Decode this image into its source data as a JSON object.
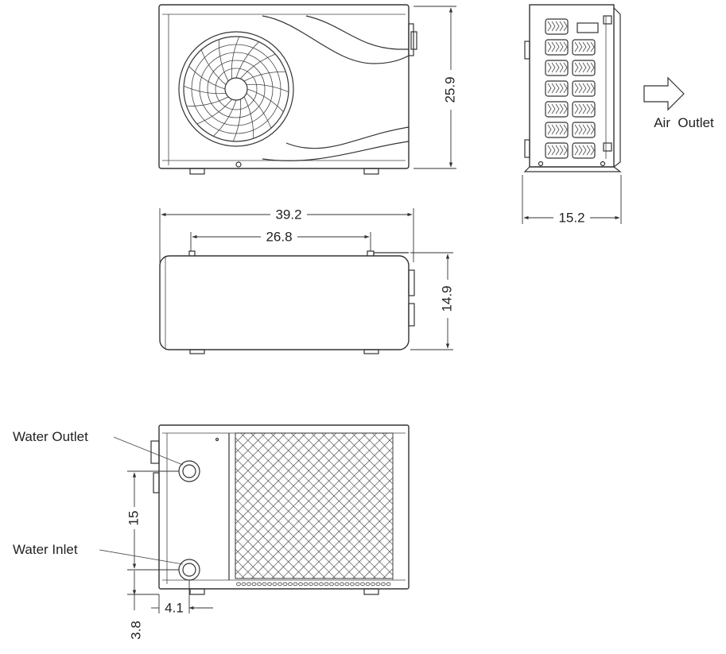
{
  "dimensions": {
    "height": "25.9",
    "depth": "15.2",
    "length": "39.2",
    "feet_spacing": "26.8",
    "top_depth": "14.9",
    "pipe_spacing": "15",
    "pipe_offset_x": "4.1",
    "pipe_offset_y": "3.8"
  },
  "labels": {
    "air_outlet": "Air  Outlet",
    "water_outlet": "Water Outlet",
    "water_inlet": "Water Inlet"
  },
  "colors": {
    "line": "#333333",
    "background": "#ffffff"
  }
}
